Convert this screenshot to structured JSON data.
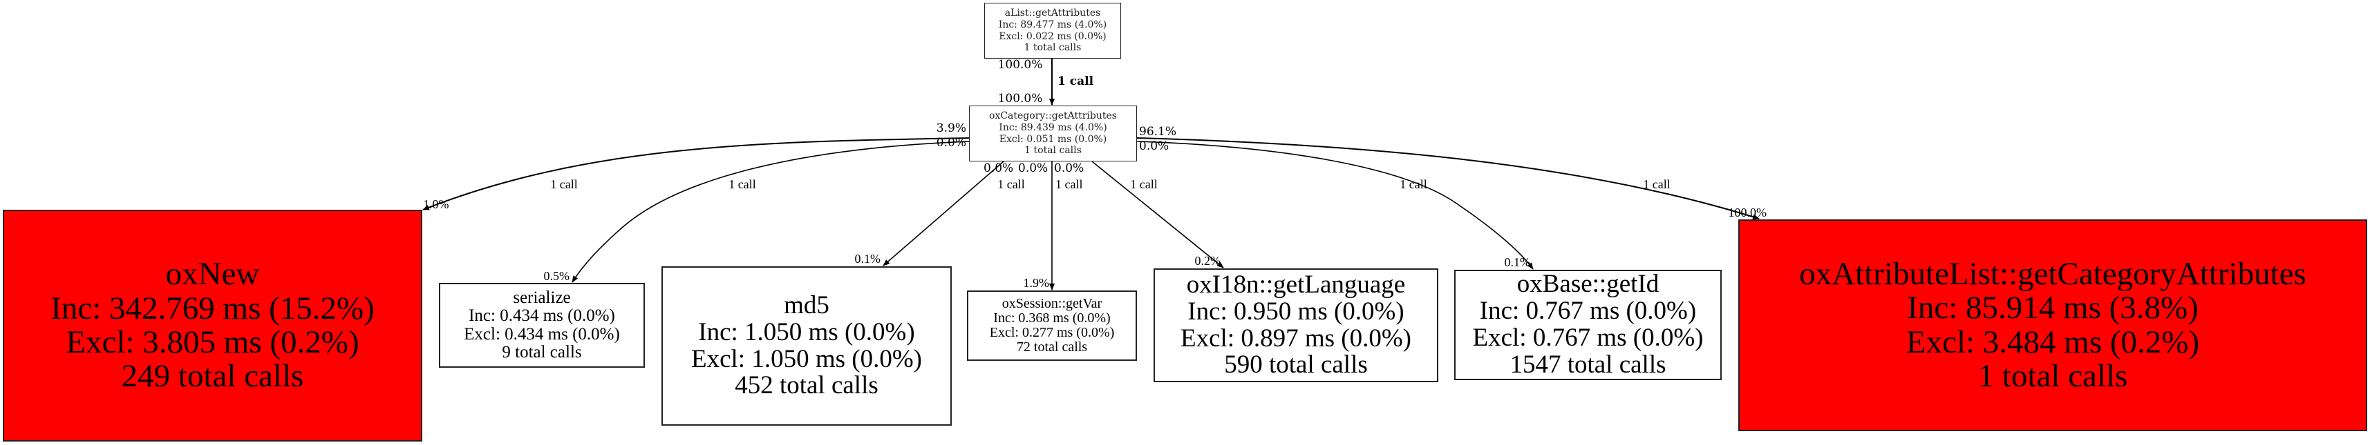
{
  "colors": {
    "hot_node": "#ff0000",
    "edge": "#000000"
  },
  "nodes": {
    "alist": {
      "name": "aList::getAttributes",
      "inc": "Inc: 89.477 ms (4.0%)",
      "excl": "Excl: 0.022 ms (0.0%)",
      "calls": "1 total calls"
    },
    "category": {
      "name": "oxCategory::getAttributes",
      "inc": "Inc: 89.439 ms (4.0%)",
      "excl": "Excl: 0.051 ms (0.0%)",
      "calls": "1 total calls"
    },
    "oxnew": {
      "name": "oxNew",
      "inc": "Inc: 342.769 ms (15.2%)",
      "excl": "Excl: 3.805 ms (0.2%)",
      "calls": "249 total calls"
    },
    "serialize": {
      "name": "serialize",
      "inc": "Inc: 0.434 ms (0.0%)",
      "excl": "Excl: 0.434 ms (0.0%)",
      "calls": "9 total calls"
    },
    "md5": {
      "name": "md5",
      "inc": "Inc: 1.050 ms (0.0%)",
      "excl": "Excl: 1.050 ms (0.0%)",
      "calls": "452 total calls"
    },
    "session": {
      "name": "oxSession::getVar",
      "inc": "Inc: 0.368 ms (0.0%)",
      "excl": "Excl: 0.277 ms (0.0%)",
      "calls": "72 total calls"
    },
    "i18n": {
      "name": "oxI18n::getLanguage",
      "inc": "Inc: 0.950 ms (0.0%)",
      "excl": "Excl: 0.897 ms (0.0%)",
      "calls": "590 total calls"
    },
    "base": {
      "name": "oxBase::getId",
      "inc": "Inc: 0.767 ms (0.0%)",
      "excl": "Excl: 0.767 ms (0.0%)",
      "calls": "1547 total calls"
    },
    "attrlist": {
      "name": "oxAttributeList::getCategoryAttributes",
      "inc": "Inc: 85.914 ms (3.8%)",
      "excl": "Excl: 3.484 ms (0.2%)",
      "calls": "1 total calls"
    }
  },
  "edges": {
    "alist_category": {
      "label": "1 call",
      "tail": "100.0%",
      "head": "100.0%"
    },
    "category_oxnew": {
      "label": "1 call",
      "tail": "3.9%",
      "head": "1.0%"
    },
    "category_serialize": {
      "label": "1 call",
      "tail": "0.0%",
      "head": "0.5%"
    },
    "category_md5": {
      "label": "1 call",
      "tail": "0.0%",
      "head": "0.1%"
    },
    "category_session": {
      "label": "1 call",
      "tail": "0.0%",
      "head": "1.9%"
    },
    "category_i18n": {
      "label": "1 call",
      "tail": "0.0%",
      "head": "0.2%"
    },
    "category_base": {
      "label": "1 call",
      "tail": "0.0%",
      "head": "0.1%"
    },
    "category_attrlist": {
      "label": "1 call",
      "tail": "96.1%",
      "head": "100.0%"
    }
  }
}
